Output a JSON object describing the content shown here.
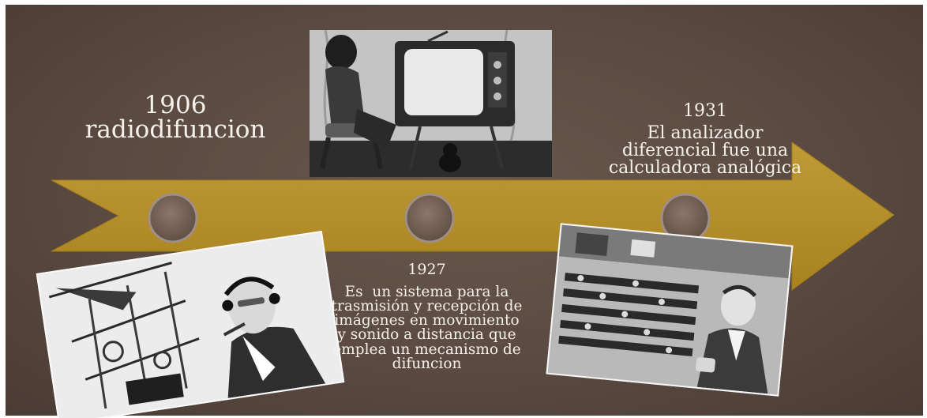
{
  "colors": {
    "background": "#5a4a41",
    "arrow": "#b8902a",
    "marker": "#7a675d",
    "text": "#f6f1ea"
  },
  "events": [
    {
      "year": "1906",
      "label": "radiodifuncion"
    },
    {
      "year": "1927",
      "description_lines": [
        "Es  un sistema para la",
        "trasmisión y recepción de",
        "imágenes en movimiento",
        "y sonido a distancia que",
        "emplea un mecanismo de",
        "difuncion"
      ]
    },
    {
      "year": "1931",
      "description_lines": [
        "El analizador",
        "diferencial fue una",
        "calculadora analógica"
      ]
    }
  ],
  "photos": [
    {
      "subject": "boy-watching-television"
    },
    {
      "subject": "man-with-headphones-radio-equipment"
    },
    {
      "subject": "man-beside-differential-analyzer"
    }
  ],
  "markers": 3
}
